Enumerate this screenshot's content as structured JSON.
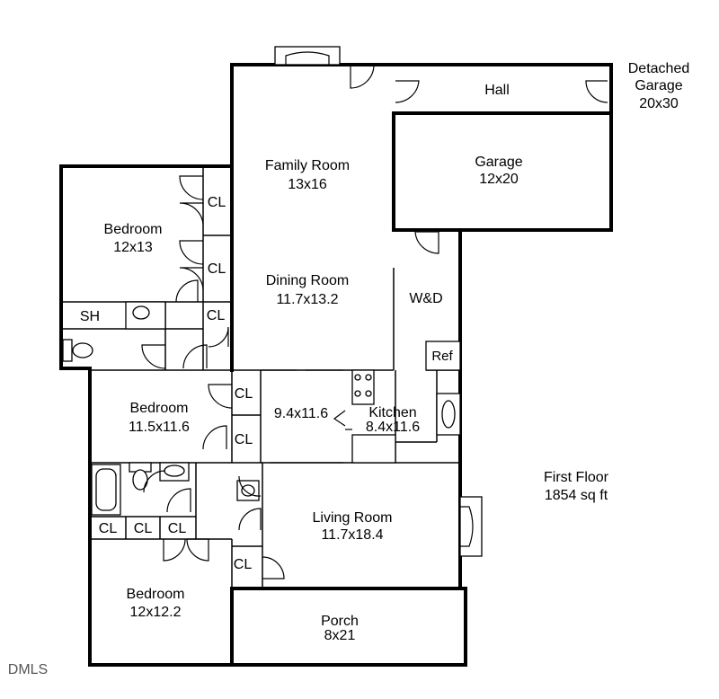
{
  "plan": {
    "family_room": {
      "name": "Family Room",
      "size": "13x16"
    },
    "dining_room": {
      "name": "Dining Room",
      "size": "11.7x13.2"
    },
    "garage": {
      "name": "Garage",
      "size": "12x20"
    },
    "hall": {
      "name": "Hall"
    },
    "detached_garage": {
      "line1": "Detached",
      "line2": "Garage",
      "size": "20x30"
    },
    "bedroom_nw": {
      "name": "Bedroom",
      "size": "12x13"
    },
    "bedroom_mid": {
      "name": "Bedroom",
      "size": "11.5x11.6"
    },
    "bedroom_sw": {
      "name": "Bedroom",
      "size": "12x12.2"
    },
    "breakfast": {
      "size": "9.4x11.6"
    },
    "kitchen": {
      "name": "Kitchen",
      "size": "8.4x11.6"
    },
    "laundry": {
      "name": "W&D"
    },
    "refrigerator": {
      "name": "Ref"
    },
    "living_room": {
      "name": "Living Room",
      "size": "11.7x18.4"
    },
    "porch": {
      "name": "Porch",
      "size": "8x21"
    },
    "shower": {
      "name": "SH"
    },
    "closet_label": "CL",
    "floor": {
      "name": "First Floor",
      "area": "1854 sq ft"
    },
    "watermark": "DMLS"
  }
}
